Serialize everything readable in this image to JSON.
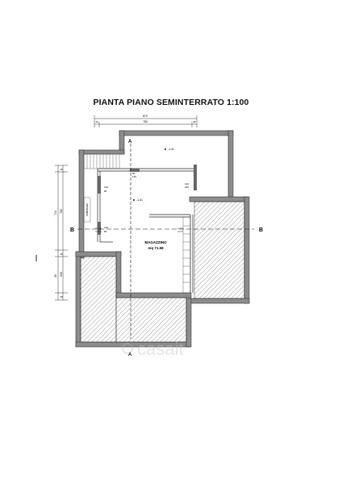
{
  "plan": {
    "title": "PIANTA PIANO SEMINTERRATO 1:100",
    "room_name": "MAGAZZINO",
    "room_area": "mq 71.58",
    "section_label_a": "A",
    "section_label_b": "B",
    "watermark": "casait",
    "level_labels": [
      "-1.41",
      "-1.41"
    ],
    "vertical_stair_label": "sottoscalo",
    "dimensions_top": [
      "870",
      "40",
      "780",
      "40"
    ],
    "dimensions_left": [
      "40",
      "710",
      "780",
      "40",
      "30",
      "240",
      "40"
    ],
    "opening_labels": [
      "120",
      "80",
      "120",
      "80",
      "80",
      "120",
      "120",
      "240"
    ]
  },
  "colors": {
    "wall": "#8a8a8a",
    "wall_stroke": "#333333",
    "hatch": "#444444",
    "line": "#222222"
  }
}
